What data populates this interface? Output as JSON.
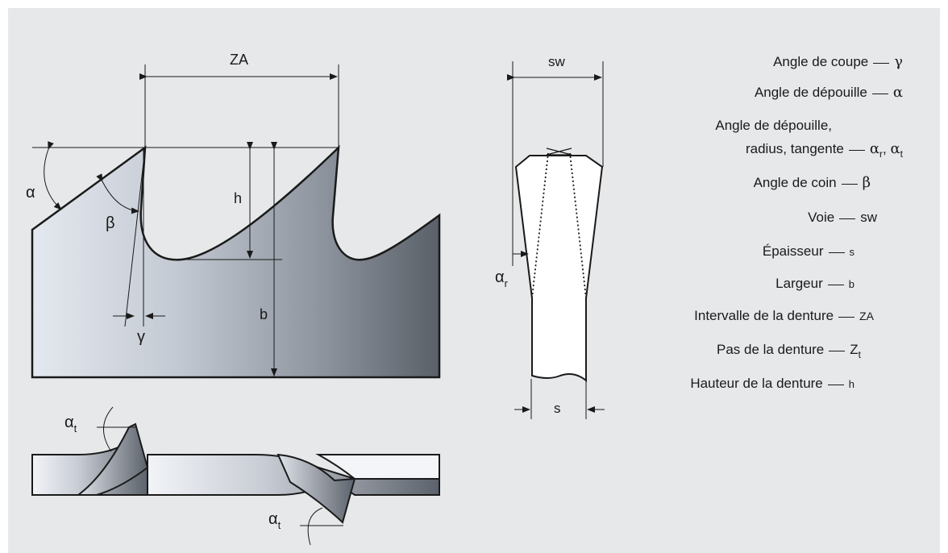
{
  "diagram": {
    "main_labels": {
      "ZA": "ZA",
      "h": "h",
      "b": "b",
      "alpha": "α",
      "beta": "β",
      "gamma": "γ"
    },
    "blade_top_labels": {
      "alpha_t": "α",
      "alpha_t_sub": "t"
    },
    "side_view_labels": {
      "sw": "sw",
      "s": "s",
      "alpha_r": "α",
      "alpha_r_sub": "r"
    }
  },
  "legend": {
    "items": [
      {
        "label": "Angle de coupe",
        "symbol": "γ"
      },
      {
        "label": "Angle de dépouille",
        "symbol": "α"
      },
      {
        "label": "Angle de dépouille,",
        "symbol": ""
      },
      {
        "label": "radius, tangente",
        "symbol": "αr, αt"
      },
      {
        "label": "Angle de coin",
        "symbol": "β"
      },
      {
        "label": "Voie",
        "symbol": "sw"
      },
      {
        "label": "Épaisseur",
        "symbol": "s"
      },
      {
        "label": "Largeur",
        "symbol": "b"
      },
      {
        "label": "Intervalle de la denture",
        "symbol": "ZA"
      },
      {
        "label": "Pas de la denture",
        "symbol": "Zt"
      },
      {
        "label": "Hauteur de la denture",
        "symbol": "h"
      }
    ],
    "radius_tangente_parts": {
      "a1": "α",
      "s1": "r",
      "sep": ", ",
      "a2": "α",
      "s2": "t"
    },
    "zt_parts": {
      "main": "Z",
      "sub": "t"
    }
  }
}
